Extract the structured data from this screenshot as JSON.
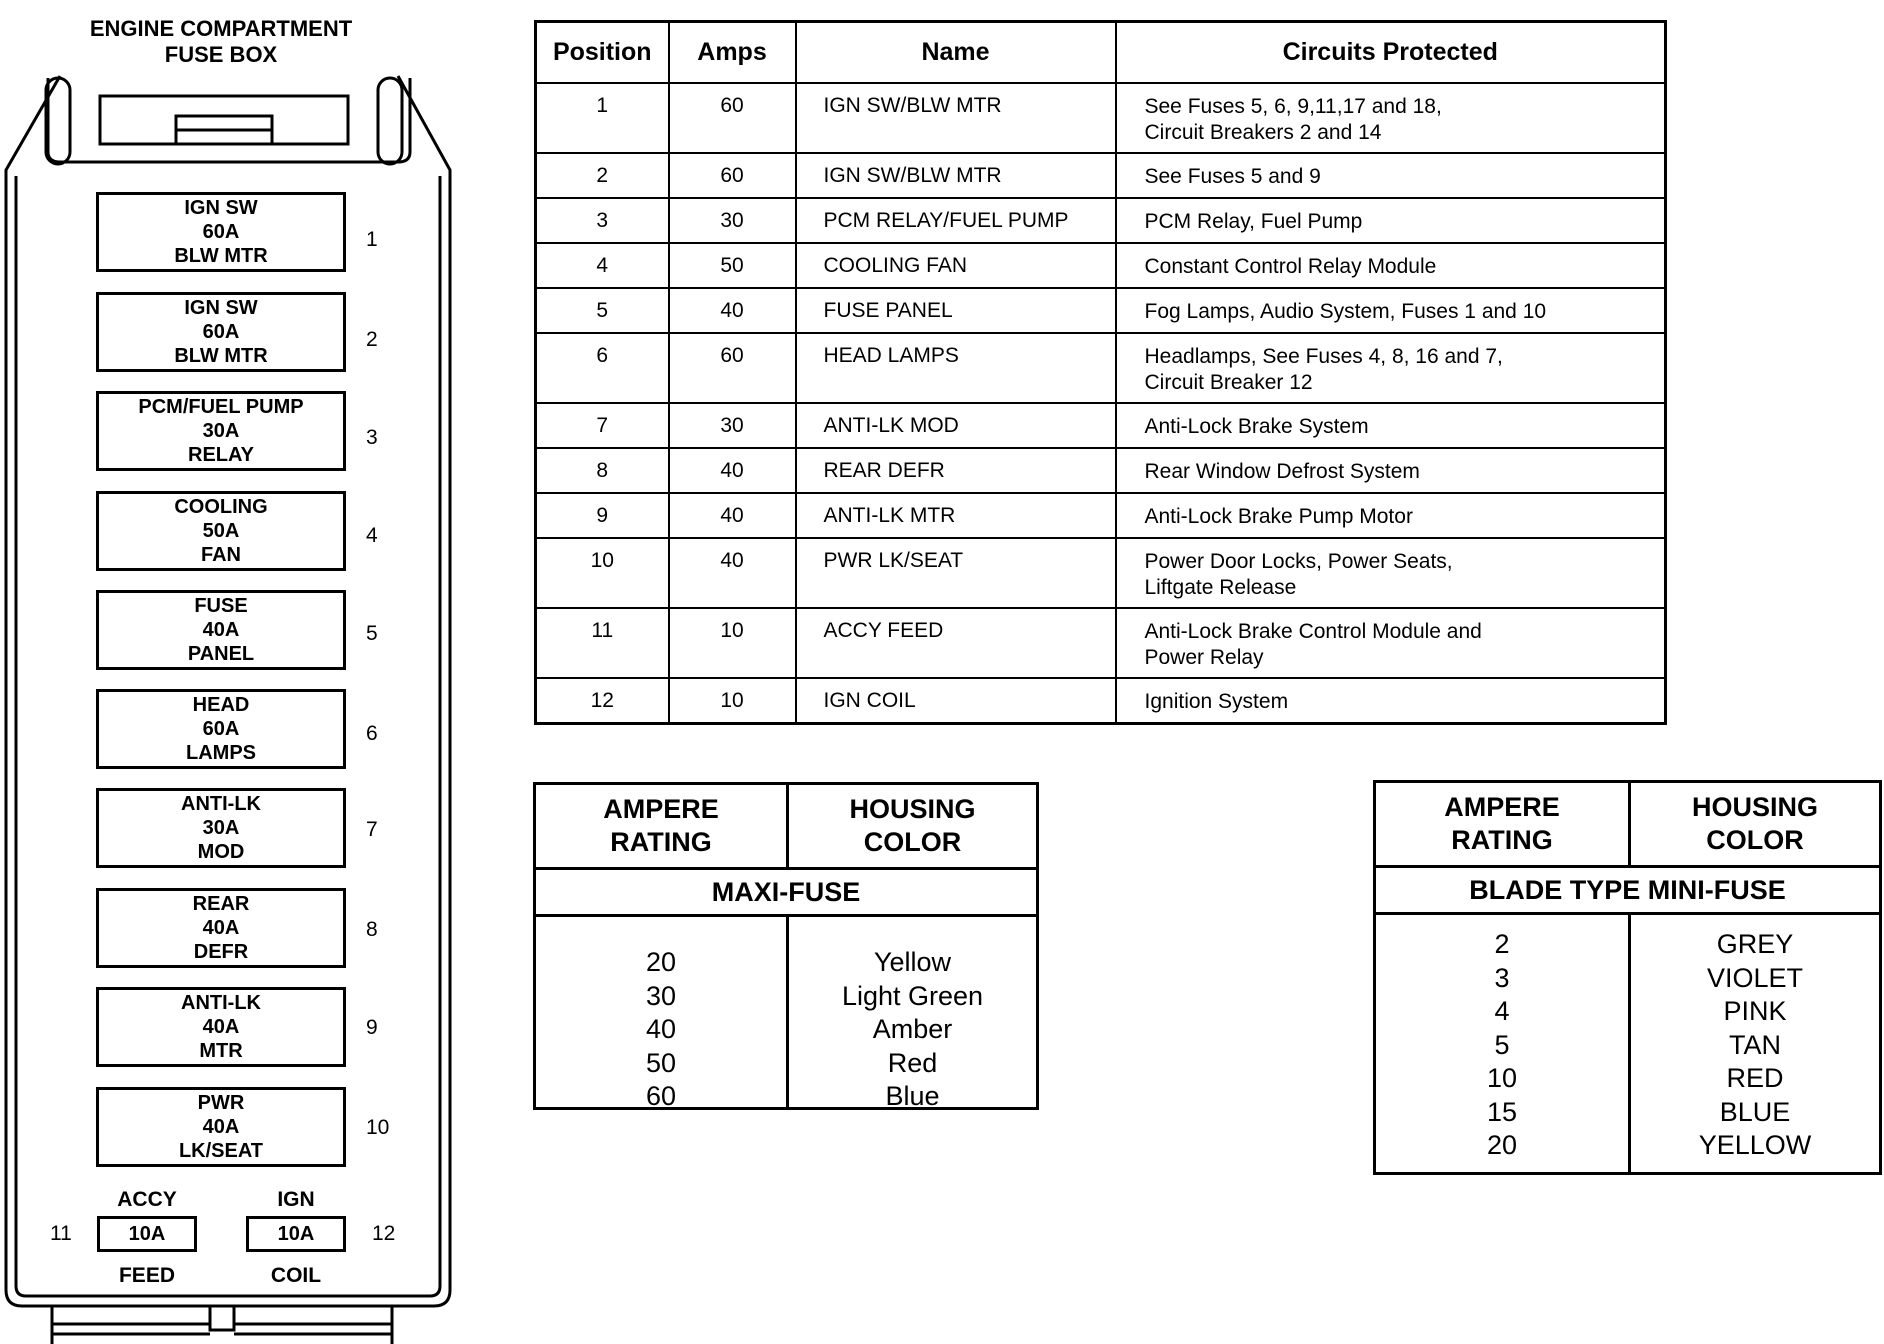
{
  "fuse_box": {
    "title_line1": "ENGINE COMPARTMENT",
    "title_line2": "FUSE BOX",
    "fuses": [
      {
        "num": "1",
        "top": "IGN SW",
        "amps": "60A",
        "bottom": "BLW MTR"
      },
      {
        "num": "2",
        "top": "IGN SW",
        "amps": "60A",
        "bottom": "BLW MTR"
      },
      {
        "num": "3",
        "top": "PCM/FUEL PUMP",
        "amps": "30A",
        "bottom": "RELAY"
      },
      {
        "num": "4",
        "top": "COOLING",
        "amps": "50A",
        "bottom": "FAN"
      },
      {
        "num": "5",
        "top": "FUSE",
        "amps": "40A",
        "bottom": "PANEL"
      },
      {
        "num": "6",
        "top": "HEAD",
        "amps": "60A",
        "bottom": "LAMPS"
      },
      {
        "num": "7",
        "top": "ANTI-LK",
        "amps": "30A",
        "bottom": "MOD"
      },
      {
        "num": "8",
        "top": "REAR",
        "amps": "40A",
        "bottom": "DEFR"
      },
      {
        "num": "9",
        "top": "ANTI-LK",
        "amps": "40A",
        "bottom": "MTR"
      },
      {
        "num": "10",
        "top": "PWR",
        "amps": "40A",
        "bottom": "LK/SEAT"
      }
    ],
    "mini_fuses": [
      {
        "num": "11",
        "top": "ACCY",
        "amps": "10A",
        "bottom": "FEED"
      },
      {
        "num": "12",
        "top": "IGN",
        "amps": "10A",
        "bottom": "COIL"
      }
    ]
  },
  "fuse_table": {
    "headers": [
      "Position",
      "Amps",
      "Name",
      "Circuits Protected"
    ],
    "rows": [
      {
        "position": "1",
        "amps": "60",
        "name": "IGN SW/BLW MTR",
        "circuits": [
          "See Fuses 5, 6, 9,11,17 and 18,",
          "Circuit Breakers 2 and 14"
        ]
      },
      {
        "position": "2",
        "amps": "60",
        "name": "IGN SW/BLW MTR",
        "circuits": [
          "See Fuses 5 and 9"
        ]
      },
      {
        "position": "3",
        "amps": "30",
        "name": "PCM RELAY/FUEL PUMP",
        "circuits": [
          "PCM Relay, Fuel Pump"
        ]
      },
      {
        "position": "4",
        "amps": "50",
        "name": "COOLING FAN",
        "circuits": [
          "Constant Control Relay Module"
        ]
      },
      {
        "position": "5",
        "amps": "40",
        "name": "FUSE PANEL",
        "circuits": [
          "Fog Lamps, Audio System, Fuses 1 and 10"
        ]
      },
      {
        "position": "6",
        "amps": "60",
        "name": "HEAD LAMPS",
        "circuits": [
          "Headlamps, See Fuses 4, 8, 16 and 7,",
          "Circuit Breaker 12"
        ]
      },
      {
        "position": "7",
        "amps": "30",
        "name": "ANTI-LK MOD",
        "circuits": [
          "Anti-Lock Brake System"
        ]
      },
      {
        "position": "8",
        "amps": "40",
        "name": "REAR DEFR",
        "circuits": [
          "Rear Window Defrost System"
        ]
      },
      {
        "position": "9",
        "amps": "40",
        "name": "ANTI-LK MTR",
        "circuits": [
          "Anti-Lock Brake Pump Motor"
        ]
      },
      {
        "position": "10",
        "amps": "40",
        "name": "PWR LK/SEAT",
        "circuits": [
          "Power Door Locks, Power Seats,",
          "Liftgate Release"
        ]
      },
      {
        "position": "11",
        "amps": "10",
        "name": "ACCY FEED",
        "circuits": [
          "Anti-Lock Brake Control Module and",
          "Power Relay"
        ]
      },
      {
        "position": "12",
        "amps": "10",
        "name": "IGN COIL",
        "circuits": [
          "Ignition System"
        ]
      }
    ]
  },
  "maxi_fuse_table": {
    "header_left": [
      "AMPERE",
      "RATING"
    ],
    "header_right": [
      "HOUSING",
      "COLOR"
    ],
    "section": "MAXI-FUSE",
    "ratings": [
      "20",
      "30",
      "40",
      "50",
      "60"
    ],
    "colors": [
      "Yellow",
      "Light Green",
      "Amber",
      "Red",
      "Blue"
    ]
  },
  "mini_fuse_table": {
    "header_left": [
      "AMPERE",
      "RATING"
    ],
    "header_right": [
      "HOUSING",
      "COLOR"
    ],
    "section": "BLADE TYPE MINI-FUSE",
    "ratings": [
      "2",
      "3",
      "4",
      "5",
      "10",
      "15",
      "20"
    ],
    "colors": [
      "GREY",
      "VIOLET",
      "PINK",
      "TAN",
      "RED",
      "BLUE",
      "YELLOW"
    ]
  }
}
